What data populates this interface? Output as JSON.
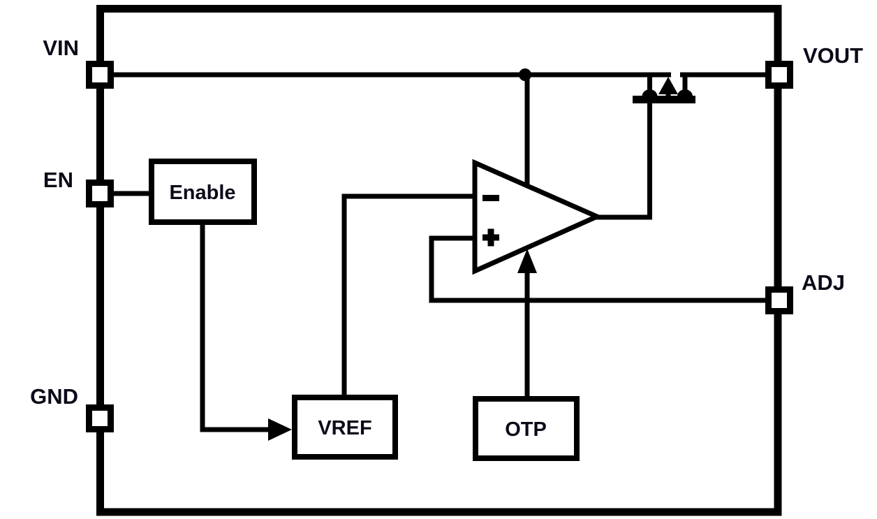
{
  "diagram": {
    "kind": "ldo-functional-block-diagram",
    "background": "#ffffff",
    "line_color": "#000000",
    "text_color": "#0a0a18",
    "pins": {
      "vin": "VIN",
      "en": "EN",
      "gnd": "GND",
      "vout": "VOUT",
      "adj": "ADJ"
    },
    "blocks": {
      "enable": "Enable",
      "vref": "VREF",
      "otp": "OTP"
    },
    "error_amplifier": {
      "inverting_input_symbol": "-",
      "noninverting_input_symbol": "+"
    },
    "pass_transistor": "pmos-pass-fet"
  }
}
